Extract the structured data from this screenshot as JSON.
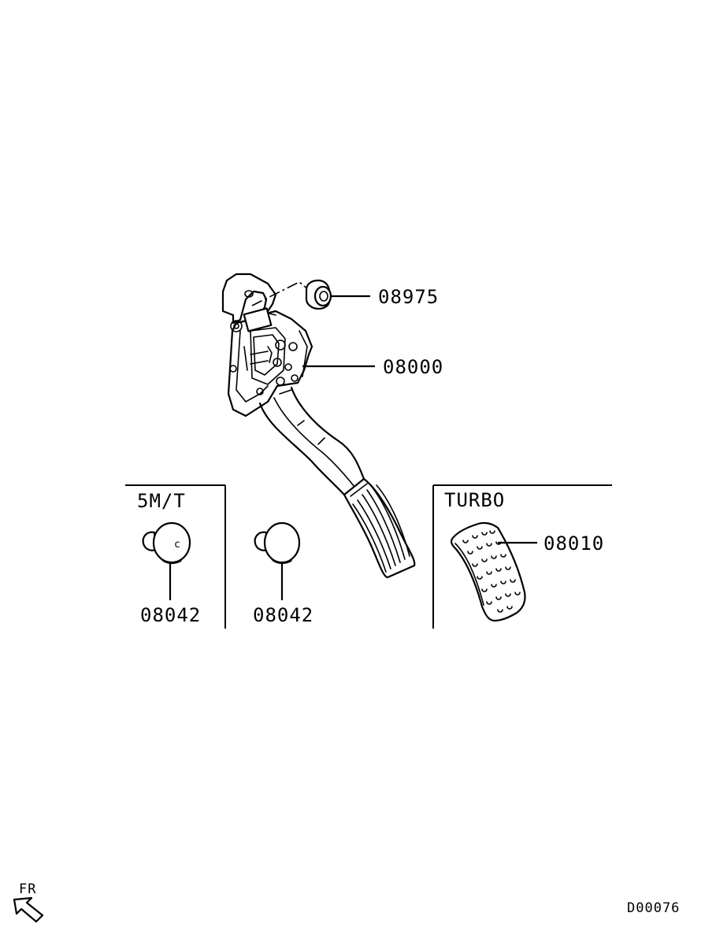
{
  "parts": {
    "bushing": "08975",
    "pedal_assembly": "08000",
    "pad_turbo": "08010",
    "stopper_left": "08042",
    "stopper_right": "08042"
  },
  "sections": {
    "manual_transmission": "5M/T",
    "turbo": "TURBO"
  },
  "orientation": {
    "front_label": "FR",
    "arrow_icon": "front-arrow-icon"
  },
  "diagram_code": "D00076"
}
